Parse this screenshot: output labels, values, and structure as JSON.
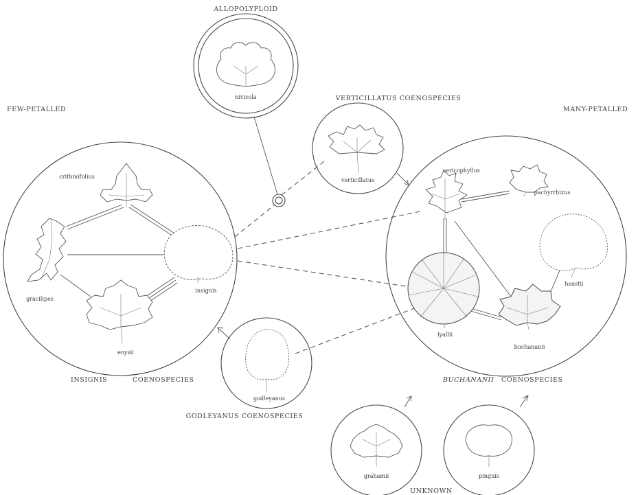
{
  "labels": {
    "allopolyploid": "ALLOPOLYPLOID",
    "few_petalled": "FEW-PETALLED",
    "many_petalled": "MANY-PETALLED",
    "verticillatus_coenospecies": "VERTICILLATUS  COENOSPECIES",
    "insignis_group_a": "INSIGNIS",
    "insignis_group_b": "COENOSPECIES",
    "buchananii_group_a": "BUCHANANII",
    "buchananii_group_b": "COENOSPECIES",
    "godleyanus_coenospecies": "GODLEYANUS  COENOSPECIES",
    "unknown": "UNKNOWN"
  },
  "species": {
    "nivicola": "nivicola",
    "verticillatus": "verticillatus",
    "crithmifolius": "crithmifolius",
    "gracilipes": "gracilipes",
    "insignis": "insignis",
    "enysii": "enysii",
    "sericophyllus": "sericophyllus",
    "pachyrrhizus": "pachyrrhizus",
    "haastii": "haastii",
    "lyallii": "lyallii",
    "buchananii": "buchananii",
    "godleyanus": "godleyanus",
    "grahamii": "grahamii",
    "pinguis": "pinguis"
  }
}
